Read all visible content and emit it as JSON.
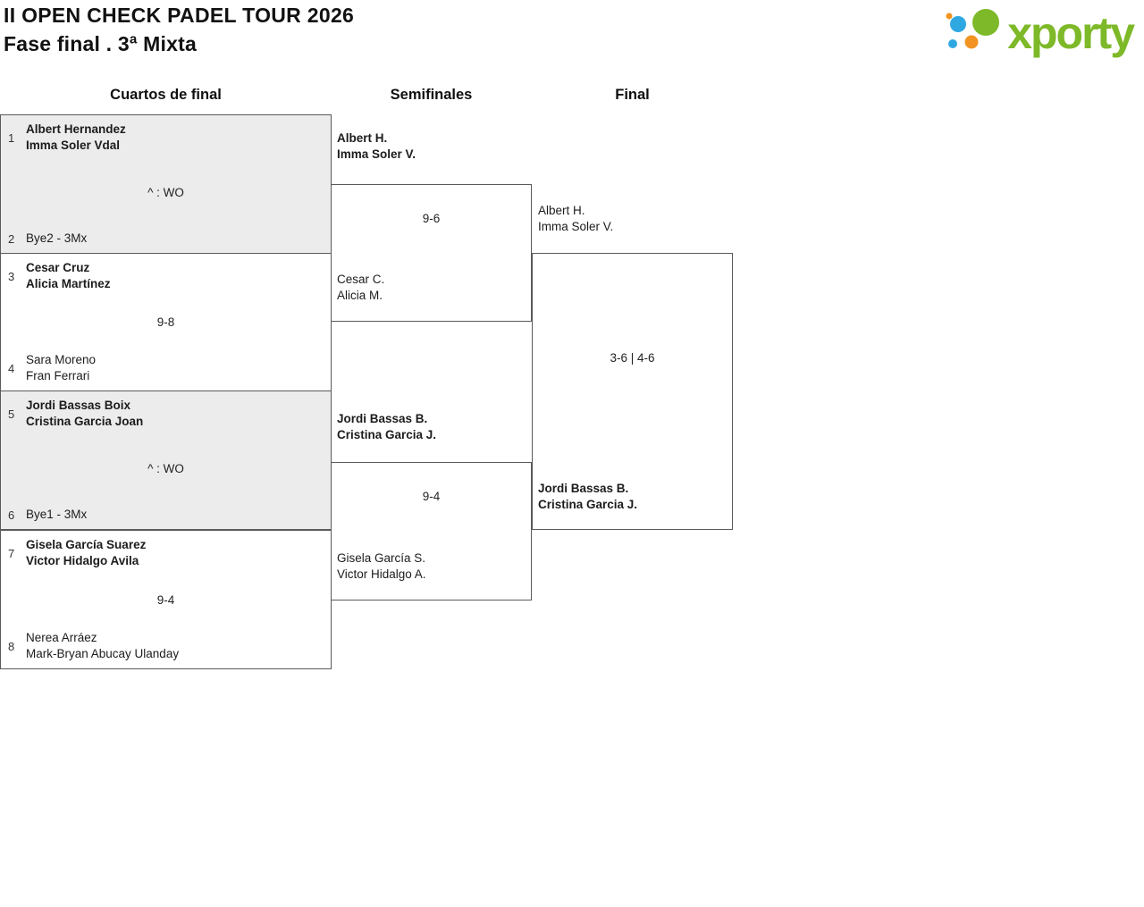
{
  "header": {
    "title": "II OPEN CHECK PADEL TOUR 2026",
    "subtitle": "Fase final . 3ª Mixta"
  },
  "logo": {
    "text": "xporty"
  },
  "round_headers": {
    "quarterfinals": "Cuartos de final",
    "semifinals": "Semifinales",
    "final": "Final"
  },
  "quarterfinals": [
    {
      "seed_top": "1",
      "top_line1": "Albert Hernandez",
      "top_line2": "Imma Soler Vdal",
      "top_winner": true,
      "score": "^ : WO",
      "seed_bottom": "2",
      "bottom_line1": "Bye2 - 3Mx",
      "bottom_line2": "",
      "bottom_winner": false
    },
    {
      "seed_top": "3",
      "top_line1": "Cesar Cruz",
      "top_line2": "Alicia Martínez",
      "top_winner": true,
      "score": "9-8",
      "seed_bottom": "4",
      "bottom_line1": "Sara Moreno",
      "bottom_line2": "Fran Ferrari",
      "bottom_winner": false
    },
    {
      "seed_top": "5",
      "top_line1": "Jordi Bassas Boix",
      "top_line2": "Cristina Garcia Joan",
      "top_winner": true,
      "score": "^ : WO",
      "seed_bottom": "6",
      "bottom_line1": "Bye1 - 3Mx",
      "bottom_line2": "",
      "bottom_winner": false
    },
    {
      "seed_top": "7",
      "top_line1": "Gisela García Suarez",
      "top_line2": "Victor Hidalgo Avila",
      "top_winner": true,
      "score": "9-4",
      "seed_bottom": "8",
      "bottom_line1": "Nerea Arráez",
      "bottom_line2": "Mark-Bryan Abucay Ulanday",
      "bottom_winner": false
    }
  ],
  "semifinals": [
    {
      "top_line1": "Albert H.",
      "top_line2": "Imma Soler V.",
      "top_winner": true,
      "score": "9-6",
      "bottom_line1": "Cesar C.",
      "bottom_line2": "Alicia M.",
      "bottom_winner": false
    },
    {
      "top_line1": "Jordi Bassas B.",
      "top_line2": "Cristina Garcia J.",
      "top_winner": true,
      "score": "9-4",
      "bottom_line1": "Gisela García S.",
      "bottom_line2": "Victor Hidalgo A.",
      "bottom_winner": false
    }
  ],
  "final": {
    "top_line1": "Albert H.",
    "top_line2": "Imma Soler V.",
    "top_winner": false,
    "score": "3-6 | 4-6",
    "bottom_line1": "Jordi Bassas B.",
    "bottom_line2": "Cristina Garcia J.",
    "bottom_winner": true
  },
  "colors": {
    "brand_green": "#7db928",
    "dot_blue": "#2fa8e1",
    "dot_orange": "#f39422",
    "shade": "#ececec",
    "line": "#5a5a5a"
  }
}
